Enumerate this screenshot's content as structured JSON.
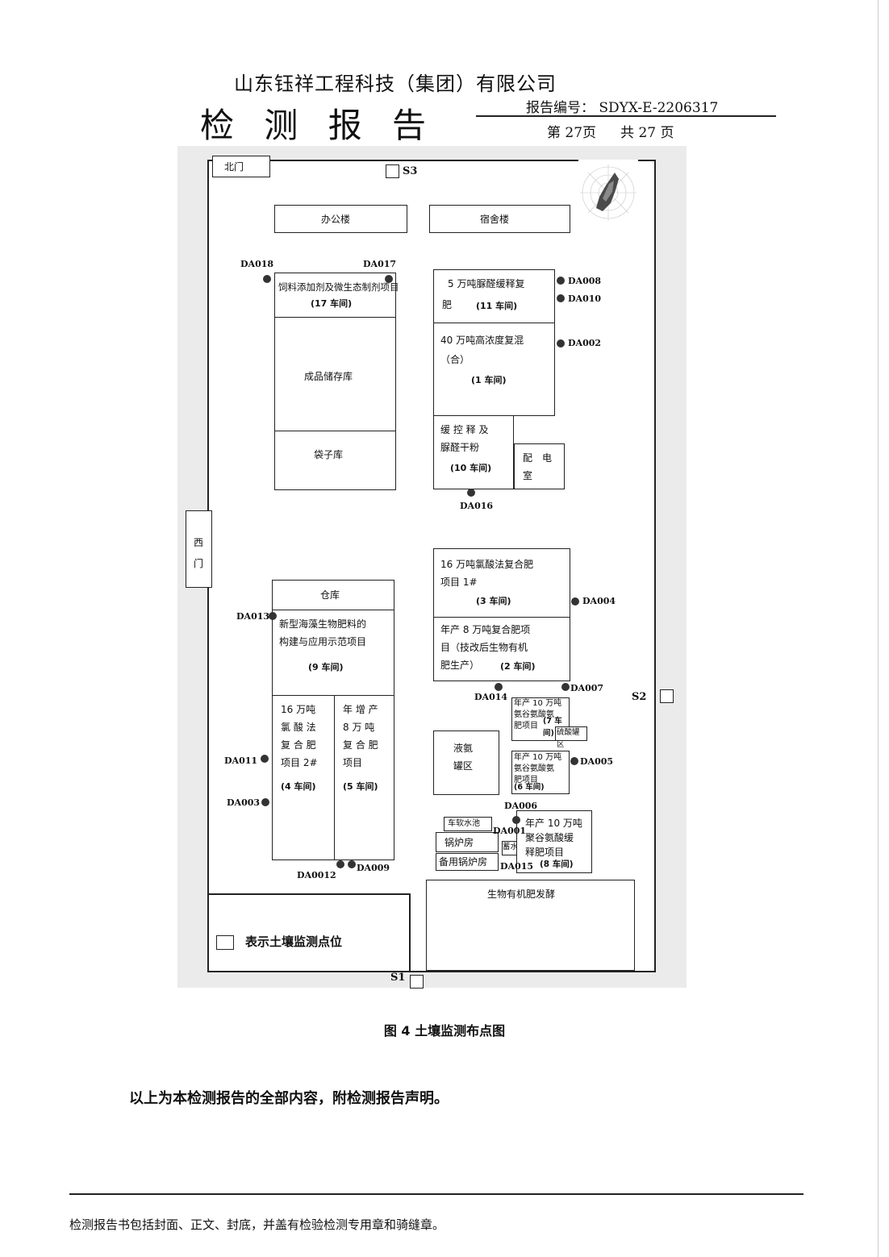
{
  "header": {
    "company": "山东钰祥工程科技（集团）有限公司",
    "title": "检 测 报 告",
    "report_no": "报告编号： SDYX-E-2206317",
    "page": "第 27页",
    "total": "共 27 页"
  },
  "map": {
    "gates": {
      "north": "北门",
      "west_1": "西",
      "west_2": "门"
    },
    "soil_points": {
      "s1": "S1",
      "s2": "S2",
      "s3": "S3"
    },
    "buildings": {
      "office": "办公楼",
      "dorm": "宿舍楼",
      "feed_1": "饲料添加剂及微生态制剂项目",
      "feed_2": "(17 车间)",
      "storage": "成品储存库",
      "bag": "袋子库",
      "urea5_1": "5 万吨脲醛缓释复",
      "urea5_2": "肥",
      "urea5_3": "(11 车间)",
      "high40_1": "40 万吨高浓度复混",
      "high40_2": "（合）",
      "high40_3": "(1 车间)",
      "slow_1": "缓 控 释 及",
      "slow_2": "脲醛干粉",
      "slow_3": "(10 车间)",
      "power_1": "配　电",
      "power_2": "室",
      "amm16a_1": "16 万吨氯酸法复合肥",
      "amm16a_2": "项目 1#",
      "amm16a_3": "(3 车间)",
      "comp8_1": "年产 8 万吨复合肥项",
      "comp8_2": "目（技改后生物有机",
      "comp8_3": "肥生产）",
      "comp8_4": "(2 车间)",
      "warehouse": "仓库",
      "seaweed_1": "新型海藻生物肥料的",
      "seaweed_2": "构建与应用示范项目",
      "seaweed_3": "(9 车间)",
      "amm16b_1": "16 万吨",
      "amm16b_2": "氯 酸 法",
      "amm16b_3": "复 合 肥",
      "amm16b_4": "项目 2#",
      "amm16b_5": "(4 车间)",
      "comp8b_1": "年 增 产",
      "comp8b_2": "8 万 吨",
      "comp8b_3": "复 合 肥",
      "comp8b_4": "项目",
      "comp8b_5": "(5 车间)",
      "ammonia_1": "液氨",
      "ammonia_2": "罐区",
      "grain7_1": "年产 10 万吨",
      "grain7_2": "氨谷氨酸氨",
      "grain7_3": "肥项目",
      "grain7_4": "(7 车间)",
      "acid_tank": "硫酸罐区",
      "grain6_1": "年产 10 万吨",
      "grain6_2": "氨谷氨酸氨",
      "grain6_3": "肥项目",
      "grain6_4": "(6 车间)",
      "water": "车软水池",
      "boiler": "锅炉房",
      "spare_boiler": "备用锅炉房",
      "cistern": "蓄水",
      "grain8_1": "年产 10 万吨",
      "grain8_2": "聚谷氨酸缓",
      "grain8_3": "释肥项目",
      "grain8_4": "(8 车间)",
      "bio": "生物有机肥发酵"
    },
    "points": {
      "da001": "DA001",
      "da002": "DA002",
      "da003": "DA003",
      "da004": "DA004",
      "da005": "DA005",
      "da006": "DA006",
      "da007": "DA007",
      "da008": "DA008",
      "da009": "DA009",
      "da010": "DA010",
      "da011": "DA011",
      "da0012": "DA0012",
      "da013": "DA013",
      "da014": "DA014",
      "da015": "DA015",
      "da016": "DA016",
      "da017": "DA017",
      "da018": "DA018"
    },
    "legend": "表示土壤监测点位"
  },
  "caption": "图 4 土壤监测布点图",
  "closing": "以上为本检测报告的全部内容，附检测报告声明。",
  "footer": "检测报告书包括封面、正文、封底，并盖有检验检测专用章和骑缝章。"
}
